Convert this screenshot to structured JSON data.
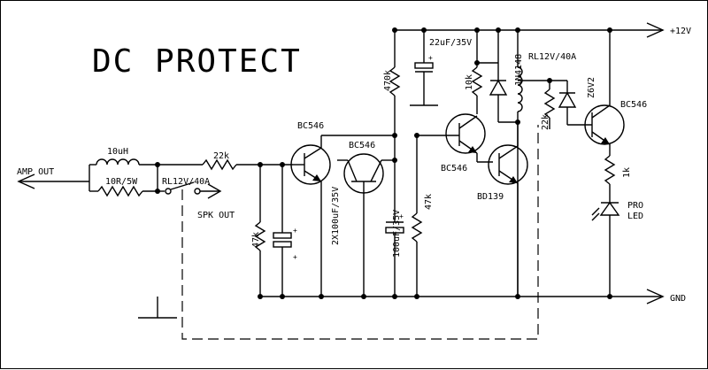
{
  "title": "DC PROTECT",
  "rails": {
    "vcc": "+12V",
    "gnd": "GND"
  },
  "io": {
    "amp_out": "AMP OUT",
    "spk_out": "SPK OUT"
  },
  "components": {
    "inductor": "10uH",
    "r_series": "10R/5W",
    "relay_contact": "RL12V/40A",
    "r_input": "22k",
    "r_47k_left": "47k",
    "c_input": "2X100uF/35V",
    "q1": "BC546",
    "q2": "BC546",
    "c_100u": "100uF/35V",
    "r_47k_right": "47k",
    "r_470k": "470k",
    "c_22u": "22uF/35V",
    "r_10k": "10k",
    "d_1n4148": "1N4148",
    "relay_coil": "RL12V/40A",
    "q3": "BC546",
    "q4": "BD139",
    "r_22k_right": "22k",
    "zener": "Z6V2",
    "q5": "BC546",
    "r_1k": "1k",
    "led": "PRO\nLED"
  }
}
